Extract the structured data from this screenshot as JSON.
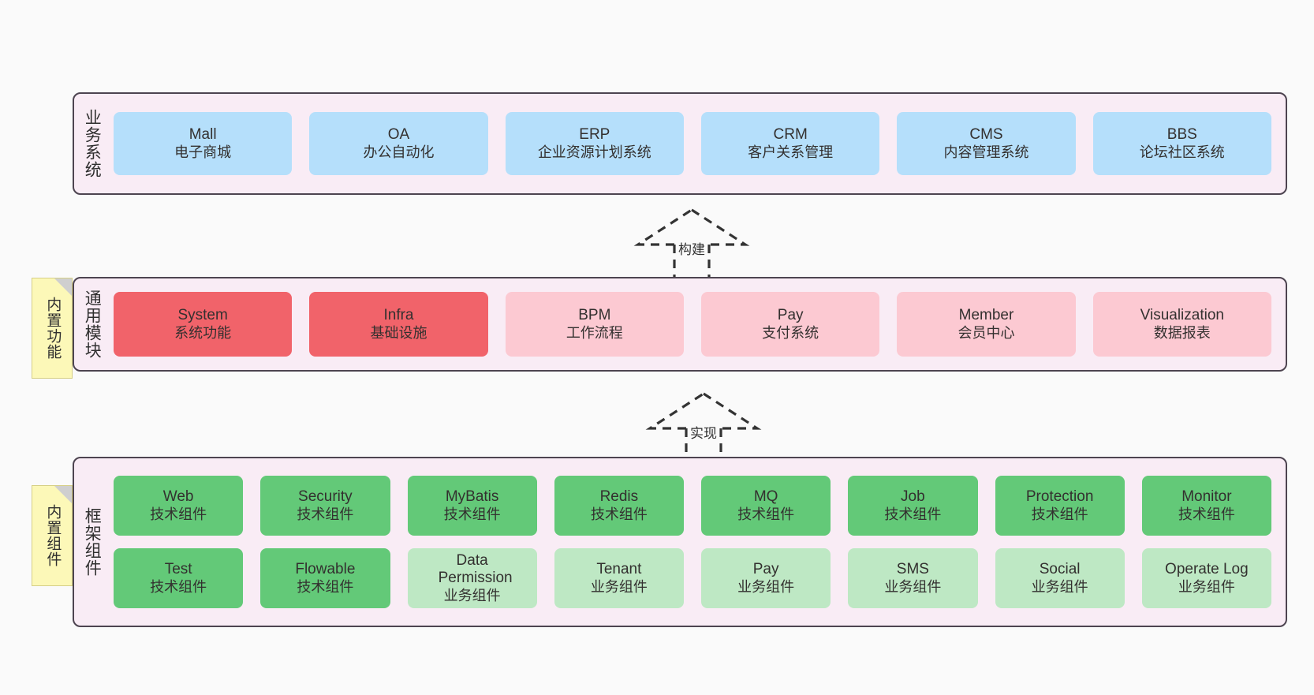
{
  "diagram": {
    "background": "#fafafa",
    "panel_fill": "#f9ecf5",
    "panel_border": "#4d4450",
    "note_fill": "#fcf8b8"
  },
  "layers": [
    {
      "id": "business",
      "title": "业务系统",
      "note": null,
      "rows": [
        {
          "boxes": [
            {
              "en": "Mall",
              "cn": "电子商城",
              "color": "blue"
            },
            {
              "en": "OA",
              "cn": "办公自动化",
              "color": "blue"
            },
            {
              "en": "ERP",
              "cn": "企业资源计划系统",
              "color": "blue"
            },
            {
              "en": "CRM",
              "cn": "客户关系管理",
              "color": "blue"
            },
            {
              "en": "CMS",
              "cn": "内容管理系统",
              "color": "blue"
            },
            {
              "en": "BBS",
              "cn": "论坛社区系统",
              "color": "blue"
            }
          ]
        }
      ]
    },
    {
      "id": "common-modules",
      "title": "通用模块",
      "note": "内置功能",
      "rows": [
        {
          "boxes": [
            {
              "en": "System",
              "cn": "系统功能",
              "color": "redd"
            },
            {
              "en": "Infra",
              "cn": "基础设施",
              "color": "redd"
            },
            {
              "en": "BPM",
              "cn": "工作流程",
              "color": "pink"
            },
            {
              "en": "Pay",
              "cn": "支付系统",
              "color": "pink"
            },
            {
              "en": "Member",
              "cn": "会员中心",
              "color": "pink"
            },
            {
              "en": "Visualization",
              "cn": "数据报表",
              "color": "pink"
            }
          ]
        }
      ]
    },
    {
      "id": "framework-components",
      "title": "框架组件",
      "note": "内置组件",
      "rows": [
        {
          "boxes": [
            {
              "en": "Web",
              "cn": "技术组件",
              "color": "green"
            },
            {
              "en": "Security",
              "cn": "技术组件",
              "color": "green"
            },
            {
              "en": "MyBatis",
              "cn": "技术组件",
              "color": "green"
            },
            {
              "en": "Redis",
              "cn": "技术组件",
              "color": "green"
            },
            {
              "en": "MQ",
              "cn": "技术组件",
              "color": "green"
            },
            {
              "en": "Job",
              "cn": "技术组件",
              "color": "green"
            },
            {
              "en": "Protection",
              "cn": "技术组件",
              "color": "green"
            },
            {
              "en": "Monitor",
              "cn": "技术组件",
              "color": "green"
            }
          ]
        },
        {
          "boxes": [
            {
              "en": "Test",
              "cn": "技术组件",
              "color": "green"
            },
            {
              "en": "Flowable",
              "cn": "技术组件",
              "color": "green"
            },
            {
              "en": "Data Permission",
              "cn": "业务组件",
              "color": "mint"
            },
            {
              "en": "Tenant",
              "cn": "业务组件",
              "color": "mint"
            },
            {
              "en": "Pay",
              "cn": "业务组件",
              "color": "mint"
            },
            {
              "en": "SMS",
              "cn": "业务组件",
              "color": "mint"
            },
            {
              "en": "Social",
              "cn": "业务组件",
              "color": "mint"
            },
            {
              "en": "Operate Log",
              "cn": "业务组件",
              "color": "mint"
            }
          ]
        }
      ]
    }
  ],
  "connectors": [
    {
      "id": "build",
      "label": "构建",
      "style": "dashed-generalization"
    },
    {
      "id": "implement",
      "label": "实现",
      "style": "dashed-generalization"
    }
  ]
}
